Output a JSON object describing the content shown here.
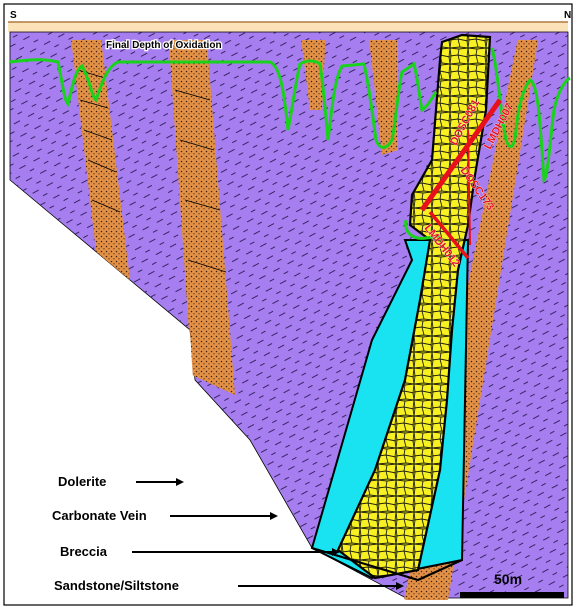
{
  "section": {
    "left_end": "S",
    "right_end": "N",
    "oxidation_label": "Final Depth of Oxidation"
  },
  "drillholes": [
    "DOSC081",
    "LMDH007",
    "DOSC173",
    "LMDH012"
  ],
  "legend": {
    "dolerite": "Dolerite",
    "carbonate_vein": "Carbonate Vein",
    "breccia": "Breccia",
    "sandstone": "Sandstone/Siltstone"
  },
  "scale_bar": {
    "label": "50m"
  },
  "colors": {
    "dolerite": "#a77ef0",
    "sandstone": "#e39146",
    "carbonate_vein": "#19e3f0",
    "breccia": "#f7f023",
    "oxidation_line": "#18d21b",
    "drillhole": "#e8101a",
    "topsoil": "#fce2b8"
  }
}
